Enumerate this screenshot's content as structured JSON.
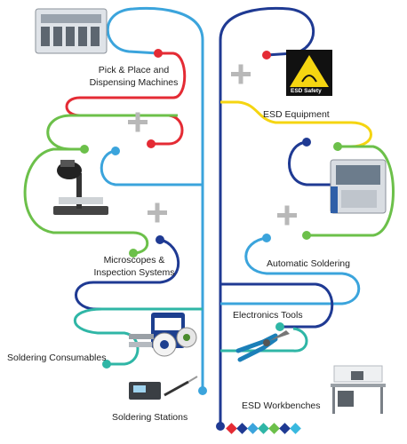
{
  "categories": {
    "pick_place": "Pick & Place and\nDispensing Machines",
    "microscopes": "Microscopes &\nInspection Systems",
    "soldering_consumables": "Soldering Consumables",
    "soldering_stations": "Soldering Stations",
    "esd_equipment": "ESD Equipment",
    "automatic_soldering": "Automatic Soldering",
    "electronics_tools": "Electronics Tools",
    "esd_workbenches": "ESD Workbenches"
  },
  "badges": {
    "esd_safety": "ESD Safety"
  },
  "colors": {
    "red": "#e42b34",
    "yellow": "#f5d511",
    "green": "#6cc04a",
    "light_blue": "#3ba4dc",
    "navy": "#1f3a93",
    "teal": "#2fb6a6",
    "cyan": "#39b9df",
    "plus": "#b8b8b8"
  },
  "icons": [
    "plus-icon",
    "esd-safety-icon"
  ]
}
